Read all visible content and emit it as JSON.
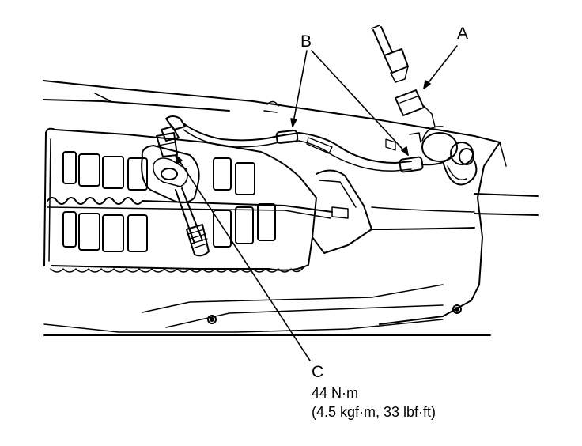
{
  "labels": {
    "a": "A",
    "b": "B",
    "c": "C"
  },
  "torque": {
    "metric": "44 N·m",
    "alt": "(4.5 kgf·m, 33 lbf·ft)"
  },
  "colors": {
    "ink": "#000000",
    "paper": "#ffffff"
  }
}
